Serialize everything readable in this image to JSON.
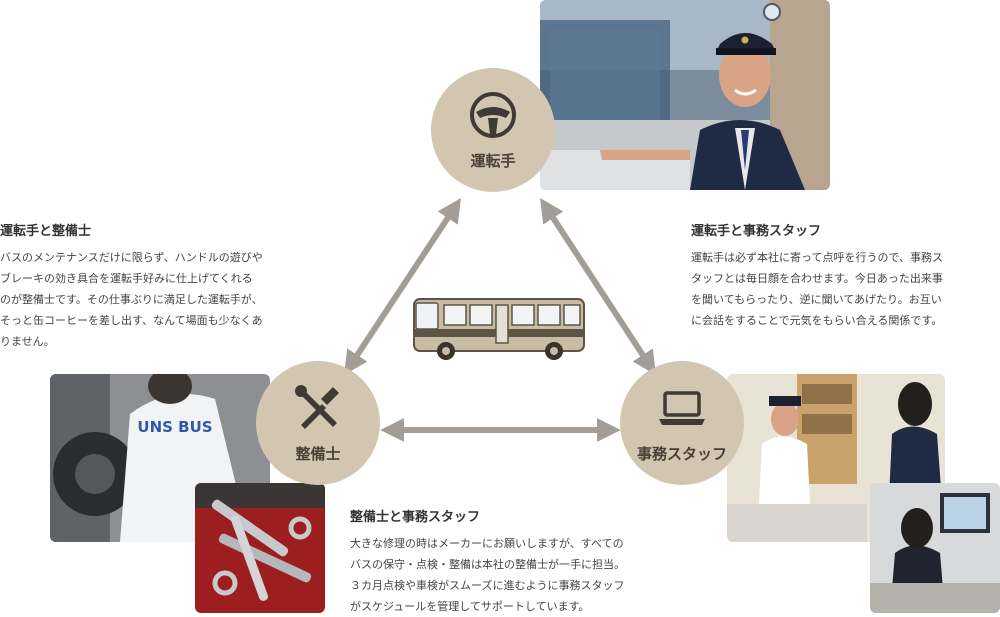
{
  "roles": {
    "driver": {
      "label": "運転手",
      "icon": "steering-wheel-icon"
    },
    "mechanic": {
      "label": "整備士",
      "icon": "tools-icon"
    },
    "staff": {
      "label": "事務スタッフ",
      "icon": "laptop-icon"
    }
  },
  "relations": {
    "driver_mechanic": {
      "title": "運転手と整備士",
      "lines": [
        "バスのメンテナンスだけに限らず、ハンドルの遊びや",
        "ブレーキの効き具合を運転手好みに仕上げてくれる",
        "のが整備士です。その仕事ぶりに満足した運転手が、",
        "そっと缶コーヒーを差し出す、なんて場面も少なくあ",
        "りません。"
      ]
    },
    "driver_staff": {
      "title": "運転手と事務スタッフ",
      "lines": [
        "運転手は必ず本社に寄って点呼を行うので、事務ス",
        "タッフとは毎日顔を合わせます。今日あった出来事",
        "を聞いてもらったり、逆に聞いてあげたり。お互い",
        "に会話をすることで元気をもらい合える関係です。"
      ]
    },
    "mechanic_staff": {
      "title": "整備士と事務スタッフ",
      "lines": [
        "大きな修理の時はメーカーにお願いしますが、すべての",
        "バスの保守・点検・整備は本社の整備士が一手に担当。",
        "３カ月点検や車検がスムーズに進むように事務スタッフ",
        "がスケジュールを管理してサポートしています。"
      ]
    }
  },
  "photos": {
    "mechanic_back_text": "UNS BUS"
  },
  "colors": {
    "circle": "#d2c6b0",
    "arrow": "#a39d97",
    "icon": "#3f3a34",
    "bus_body": "#c8bca4",
    "bus_stripe": "#5e5446"
  }
}
